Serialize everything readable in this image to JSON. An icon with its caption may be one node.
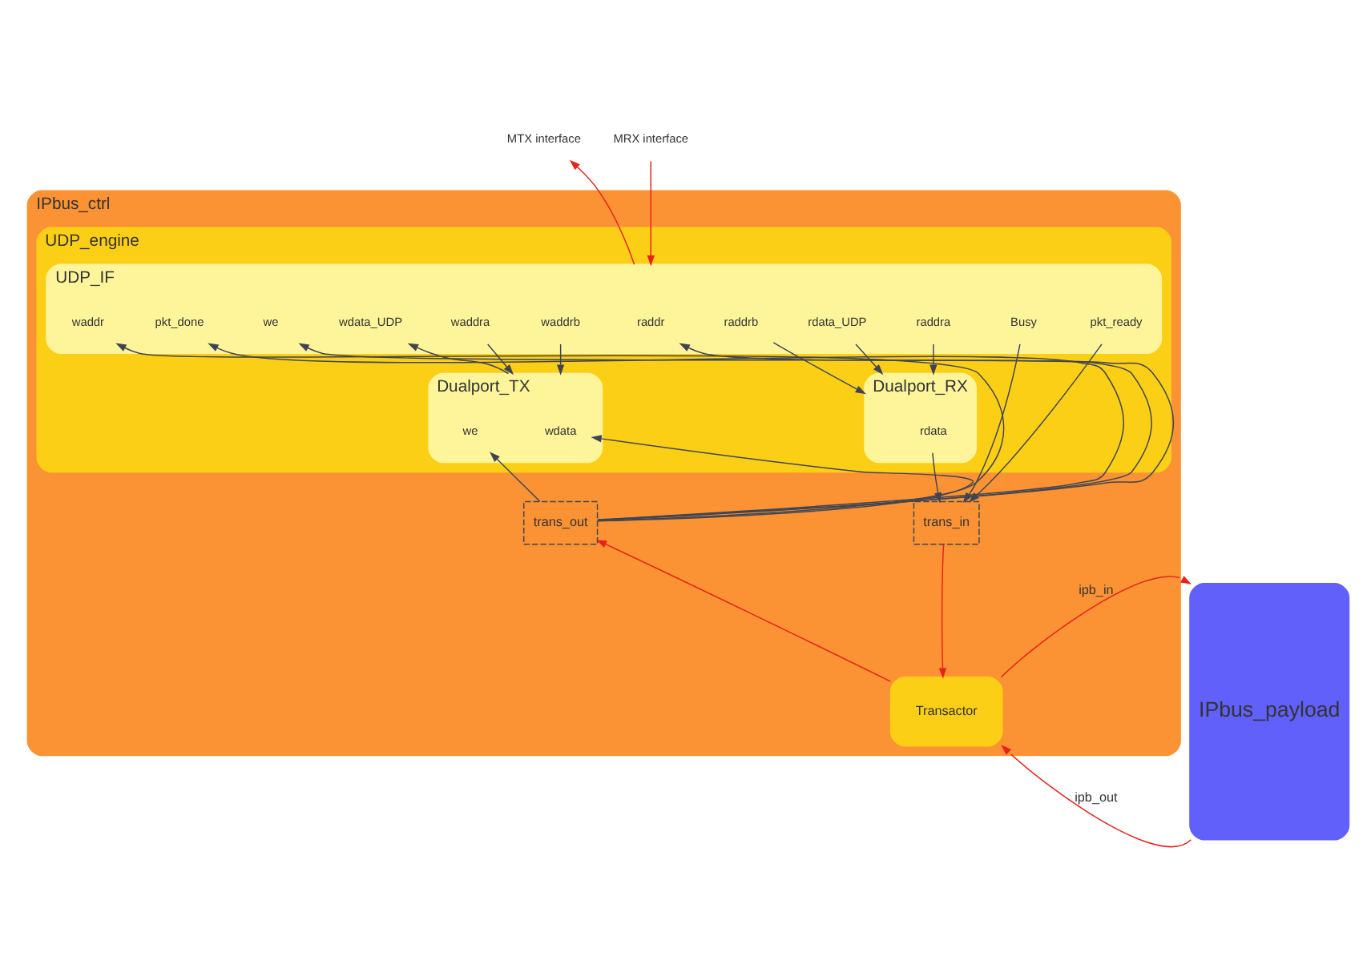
{
  "diagram": {
    "nodes": [
      {
        "text": [
          "IPbus_ctrl"
        ]
      },
      {
        "text": [
          "UDP_engine"
        ],
        "in": 0
      },
      {
        "text": [
          "UDP_IF"
        ],
        "in": 1
      },
      {
        "text": [
          "waddr"
        ],
        "in": 2
      },
      {
        "text": [
          "pkt_done"
        ],
        "in": 2
      },
      {
        "text": [
          "we"
        ],
        "in": 2
      },
      {
        "text": [
          "wdata_UDP"
        ],
        "in": 2
      },
      {
        "text": [
          "waddra"
        ],
        "in": 2
      },
      {
        "text": [
          "waddrb"
        ],
        "in": 2
      },
      {
        "text": [
          "raddr"
        ],
        "in": 2
      },
      {
        "text": [
          "raddrb"
        ],
        "in": 2
      },
      {
        "text": [
          "rdata_UDP"
        ],
        "in": 2
      },
      {
        "text": [
          "raddra"
        ],
        "in": 2
      },
      {
        "text": [
          "Busy"
        ],
        "in": 2
      },
      {
        "text": [
          "pkt_ready"
        ],
        "in": 2
      },
      {
        "text": [
          "Dualport_TX"
        ],
        "in": 1
      },
      {
        "text": [
          "we"
        ],
        "in": 15
      },
      {
        "text": [
          "wdata"
        ],
        "in": 15
      },
      {
        "text": [
          "Dualport_RX"
        ],
        "in": 1
      },
      {
        "text": [
          "rdata"
        ],
        "in": 18
      },
      {
        "text": [
          "trans_out"
        ],
        "in": 0
      },
      {
        "text": [
          "trans_in"
        ],
        "in": 0
      },
      {
        "text": [
          "Transactor"
        ],
        "in": 0
      },
      {
        "text": [
          "MTX interface"
        ]
      },
      {
        "text": [
          "MRX interface"
        ]
      },
      {
        "text": [
          "IPbus_payload"
        ]
      }
    ],
    "edges": [
      {
        "from": 2,
        "to": 23,
        "arrow": "to",
        "color": "#e8221b"
      },
      {
        "from": 24,
        "to": 2,
        "arrow": "to",
        "color": "#e8221b"
      },
      {
        "from": 20,
        "to": 3,
        "arrow": "to"
      },
      {
        "from": 20,
        "to": 4,
        "arrow": "to"
      },
      {
        "from": 20,
        "to": 5,
        "arrow": "to"
      },
      {
        "from": 15,
        "to": 6,
        "arrow": "to"
      },
      {
        "from": 7,
        "to": 15,
        "arrow": "to"
      },
      {
        "from": 8,
        "to": 15,
        "arrow": "to"
      },
      {
        "from": 20,
        "to": 9,
        "arrow": "to"
      },
      {
        "from": 10,
        "to": 18,
        "arrow": "to"
      },
      {
        "from": 11,
        "to": 18,
        "arrow": "to"
      },
      {
        "from": 12,
        "to": 18,
        "arrow": "to"
      },
      {
        "from": 20,
        "to": 16,
        "arrow": "to"
      },
      {
        "from": 20,
        "to": 17,
        "arrow": "to"
      },
      {
        "from": 19,
        "to": 21,
        "arrow": "to"
      },
      {
        "from": 13,
        "to": 21,
        "arrow": "to"
      },
      {
        "from": 14,
        "to": 21,
        "arrow": "to"
      },
      {
        "from": 22,
        "to": 20,
        "arrow": "to",
        "color": "#e8221b"
      },
      {
        "from": 21,
        "to": 22,
        "arrow": "to",
        "color": "#e8221b"
      },
      {
        "from": 22,
        "to": 25,
        "label": "ipb_in",
        "arrow": "to",
        "color": "#e8221b"
      },
      {
        "from": 25,
        "to": 22,
        "label": "ipb_out",
        "arrow": "to",
        "color": "#e8221b"
      }
    ]
  }
}
